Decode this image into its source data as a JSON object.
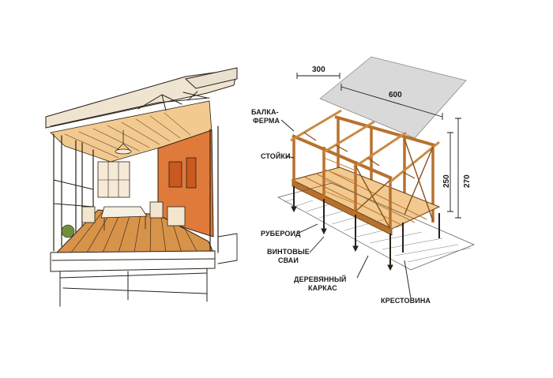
{
  "figure": {
    "colors": {
      "ink": "#2a2118",
      "wood_light": "#f2c98f",
      "wood": "#e0a25a",
      "wood_dark": "#b8712d",
      "wall_orange": "#e07a3a",
      "roof_gray": "#d9d9d9",
      "floor": "#d8934a"
    }
  },
  "left_illustration": {
    "subject": "veranda-interior-sketch"
  },
  "right_diagram": {
    "dimensions": {
      "overhang": "300",
      "length": "600",
      "height_inner": "250",
      "height_outer": "270"
    },
    "labels": {
      "beam_truss": [
        "БАЛКА-",
        "ФЕРМА"
      ],
      "posts": "СТОЙКИ",
      "roofing_felt": "РУБЕРОИД",
      "screw_piles": [
        "ВИНТОВЫЕ",
        "СВАИ"
      ],
      "wooden_frame": [
        "ДЕРЕВЯННЫЙ",
        "КАРКАС"
      ],
      "cross_brace": "КРЕСТОВИНА"
    }
  }
}
